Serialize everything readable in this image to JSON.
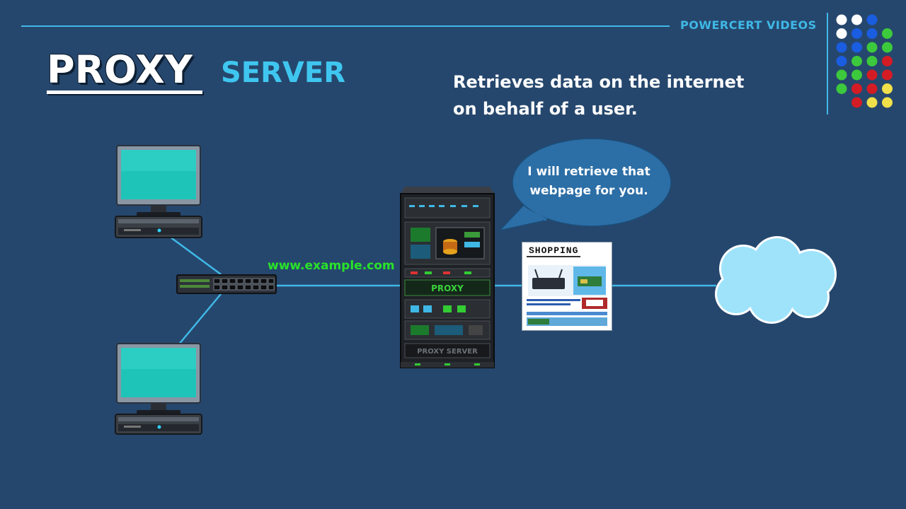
{
  "brand": "POWERCERT VIDEOS",
  "title": {
    "word1": "PROXY",
    "word2": "SERVER"
  },
  "description": [
    "Retrieves data on the internet",
    "on behalf of a user."
  ],
  "url_label": "www.example.com",
  "speech_bubble": [
    "I will retrieve that",
    "webpage for you."
  ],
  "server": {
    "front_label": "PROXY",
    "base_label": "PROXY SERVER"
  },
  "webpage": {
    "heading": "SHOPPING"
  },
  "colors": {
    "background": "#26476d",
    "accent": "#3fb8e6",
    "title_secondary": "#3fc6f0",
    "url_green": "#29e329",
    "bubble": "#2c6ea6",
    "cloud": "#9fe3fb",
    "monitor_screen": "#1fc4b8"
  },
  "icons": [
    "computer-icon",
    "switch-icon",
    "server-rack-icon",
    "speech-bubble-icon",
    "webpage-icon",
    "cloud-icon"
  ],
  "dot_grid": [
    [
      "#ffffff",
      "#ffffff",
      "#1a5de0",
      ""
    ],
    [
      "#ffffff",
      "#1a5de0",
      "#1a5de0",
      "#3cc93c"
    ],
    [
      "#1a5de0",
      "#1a5de0",
      "#3cc93c",
      "#3cc93c"
    ],
    [
      "#1a5de0",
      "#3cc93c",
      "#3cc93c",
      "#d41c24"
    ],
    [
      "#3cc93c",
      "#3cc93c",
      "#d41c24",
      "#d41c24"
    ],
    [
      "#3cc93c",
      "#d41c24",
      "#d41c24",
      "#f0e04a"
    ],
    [
      "",
      "#d41c24",
      "#f0e04a",
      "#f0e04a"
    ]
  ]
}
